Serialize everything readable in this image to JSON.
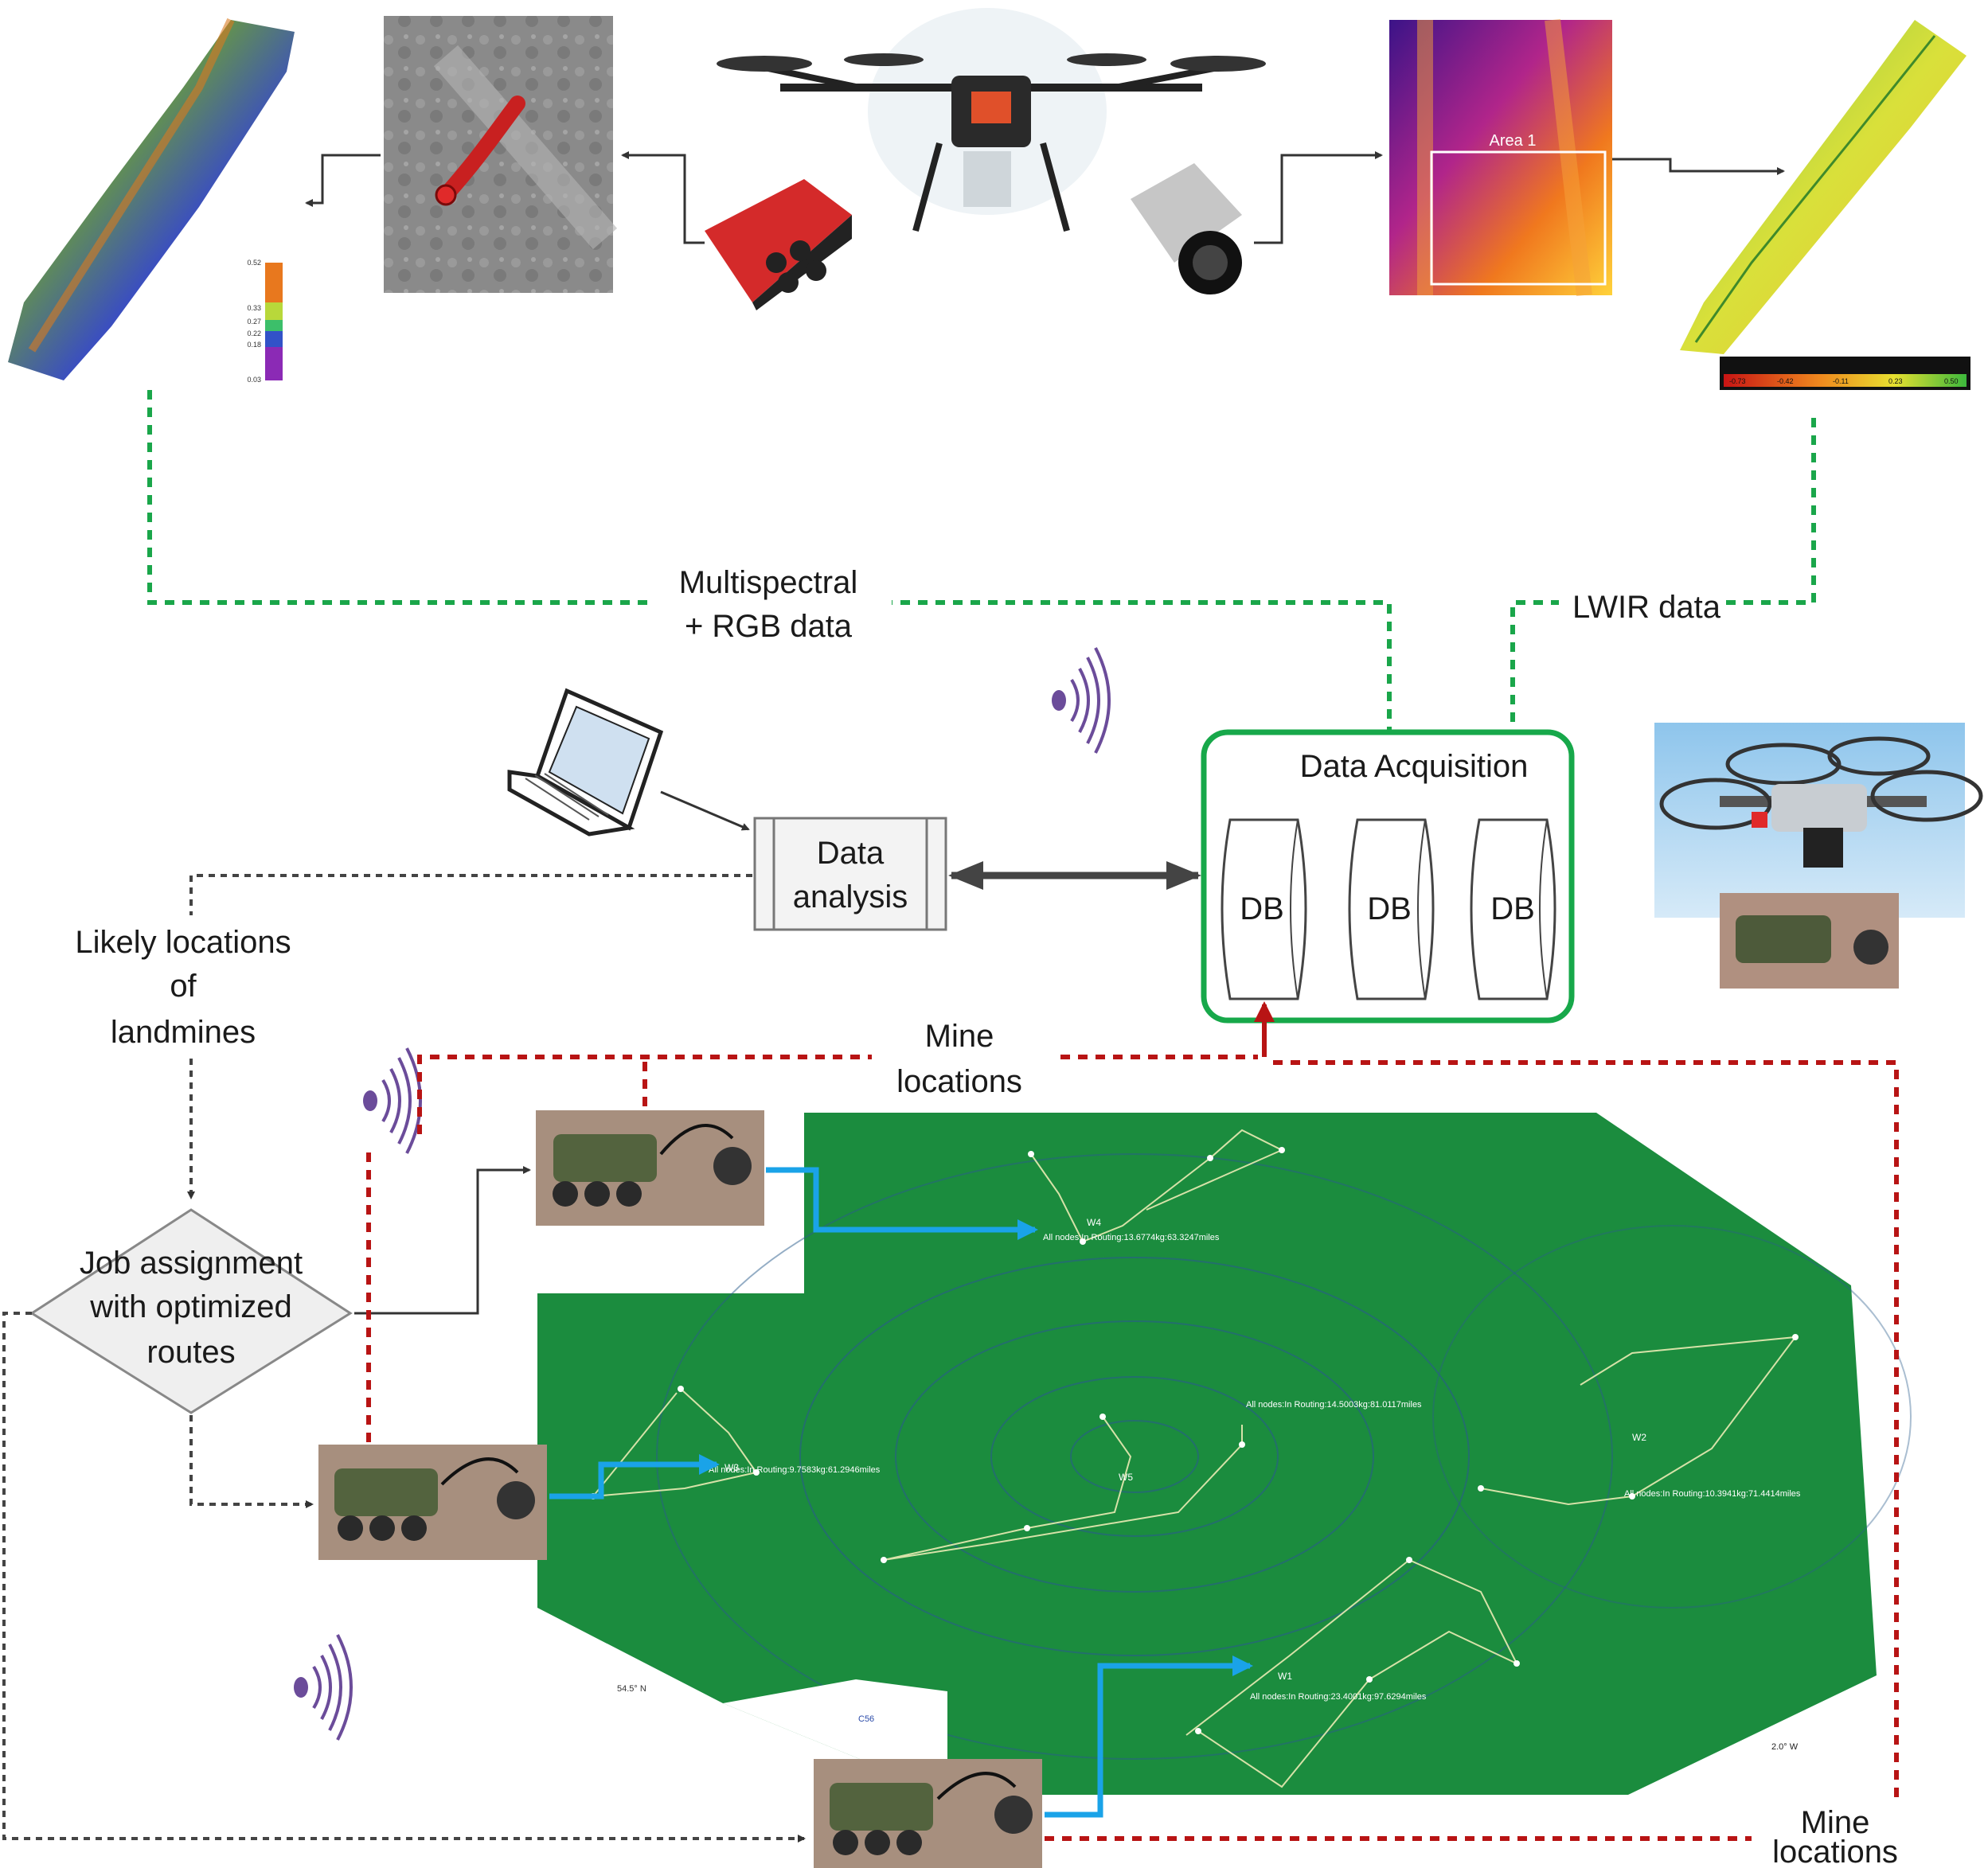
{
  "labels": {
    "multispectral_line1": "Multispectral",
    "multispectral_line2": "+ RGB data",
    "lwir_data": "LWIR data",
    "data_acquisition": "Data Acquisition",
    "db1": "DB",
    "db2": "DB",
    "db3": "DB",
    "data_analysis_line1": "Data",
    "data_analysis_line2": "analysis",
    "likely_line1": "Likely locations",
    "likely_line2": "of",
    "likely_line3": "landmines",
    "job_line1": "Job assignment",
    "job_line2": "with optimized",
    "job_line3": "routes",
    "mine_locations_mid_line1": "Mine",
    "mine_locations_mid_line2": "locations",
    "mine_locations_bottom_line1": "Mine",
    "mine_locations_bottom_line2": "locations",
    "thermal_area": "Area 1"
  },
  "legend_left": [
    "0.52",
    "0.33",
    "0.27",
    "0.22",
    "0.18",
    "0.03"
  ],
  "legend_right": [
    "-0.73",
    "-0.42",
    "-0.11",
    "0.23",
    "0.50"
  ],
  "map": {
    "route_w4": "All nodes:In Routing:13.6774kg:63.3247miles",
    "route_w5": "All nodes:In Routing:14.5003kg:81.0117miles",
    "route_w3": "All nodes:In Routing:9.7583kg:61.2946miles",
    "route_w2": "All nodes:In Routing:10.3941kg:71.4414miles",
    "route_w1": "All nodes:In Routing:23.4001kg:97.6294miles",
    "w4": "W4",
    "w5": "W5",
    "w3": "W3",
    "w2": "W2",
    "w1": "W1",
    "lat": "54.5° N",
    "lon": "2.0° W",
    "c56": "C56"
  },
  "colors": {
    "green_dashed": "#1aa64a",
    "red_dashed": "#b81414",
    "blue_arrow": "#1aa3e8",
    "map_green": "#1b8c3e",
    "acq_border": "#17a84a",
    "wifi": "#6b4c9a"
  }
}
